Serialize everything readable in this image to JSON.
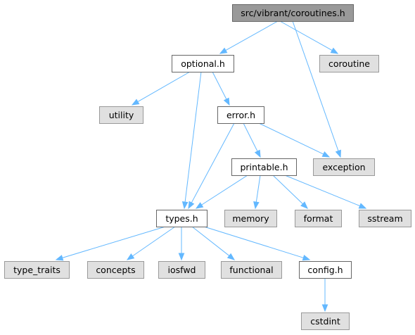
{
  "colors": {
    "root_fill": "#999999",
    "root_stroke": "#666666",
    "header_fill": "#ffffff",
    "header_stroke": "#666666",
    "system_fill": "#e0e0e0",
    "system_stroke": "#999999",
    "edge": "#63b8ff"
  },
  "nodes": [
    {
      "id": "coroutines",
      "label": "src/vibrant/coroutines.h",
      "kind": "root"
    },
    {
      "id": "optional",
      "label": "optional.h",
      "kind": "header"
    },
    {
      "id": "coroutine",
      "label": "coroutine",
      "kind": "system"
    },
    {
      "id": "utility",
      "label": "utility",
      "kind": "system"
    },
    {
      "id": "error",
      "label": "error.h",
      "kind": "header"
    },
    {
      "id": "exception",
      "label": "exception",
      "kind": "system"
    },
    {
      "id": "printable",
      "label": "printable.h",
      "kind": "header"
    },
    {
      "id": "types",
      "label": "types.h",
      "kind": "header"
    },
    {
      "id": "memory",
      "label": "memory",
      "kind": "system"
    },
    {
      "id": "format",
      "label": "format",
      "kind": "system"
    },
    {
      "id": "sstream",
      "label": "sstream",
      "kind": "system"
    },
    {
      "id": "type_traits",
      "label": "type_traits",
      "kind": "system"
    },
    {
      "id": "concepts",
      "label": "concepts",
      "kind": "system"
    },
    {
      "id": "iosfwd",
      "label": "iosfwd",
      "kind": "system"
    },
    {
      "id": "functional",
      "label": "functional",
      "kind": "system"
    },
    {
      "id": "config",
      "label": "config.h",
      "kind": "header"
    },
    {
      "id": "cstdint",
      "label": "cstdint",
      "kind": "system"
    }
  ],
  "edges": [
    {
      "from": "coroutines",
      "to": "optional"
    },
    {
      "from": "coroutines",
      "to": "coroutine"
    },
    {
      "from": "coroutines",
      "to": "exception"
    },
    {
      "from": "optional",
      "to": "utility"
    },
    {
      "from": "optional",
      "to": "error"
    },
    {
      "from": "optional",
      "to": "types"
    },
    {
      "from": "error",
      "to": "exception"
    },
    {
      "from": "error",
      "to": "printable"
    },
    {
      "from": "error",
      "to": "types"
    },
    {
      "from": "printable",
      "to": "types"
    },
    {
      "from": "printable",
      "to": "memory"
    },
    {
      "from": "printable",
      "to": "format"
    },
    {
      "from": "printable",
      "to": "sstream"
    },
    {
      "from": "types",
      "to": "type_traits"
    },
    {
      "from": "types",
      "to": "concepts"
    },
    {
      "from": "types",
      "to": "iosfwd"
    },
    {
      "from": "types",
      "to": "functional"
    },
    {
      "from": "types",
      "to": "config"
    },
    {
      "from": "config",
      "to": "cstdint"
    }
  ]
}
